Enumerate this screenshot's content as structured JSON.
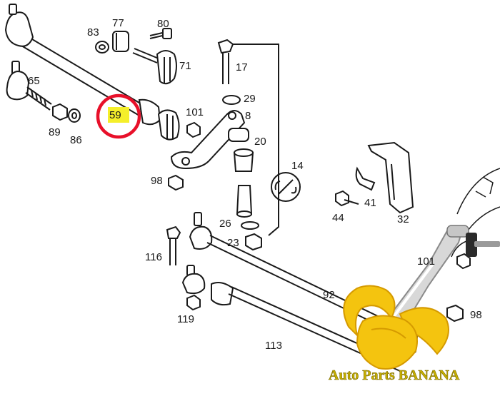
{
  "diagram": {
    "part_labels": [
      "83",
      "77",
      "80",
      "71",
      "17",
      "65",
      "59",
      "29",
      "8",
      "101",
      "89",
      "86",
      "20",
      "14",
      "98",
      "44",
      "41",
      "32",
      "26",
      "23",
      "116",
      "92",
      "119",
      "113",
      "98",
      "101"
    ]
  },
  "watermark": {
    "text": "Auto Parts BANANA"
  },
  "colors": {
    "line": "#1a1a1a",
    "highlight_fill": "#f5ef2a",
    "highlight_ring": "#e8102a",
    "banana_yellow": "#f4c40f",
    "banana_dark": "#d59a00",
    "watermark_text": "#c8b000"
  }
}
